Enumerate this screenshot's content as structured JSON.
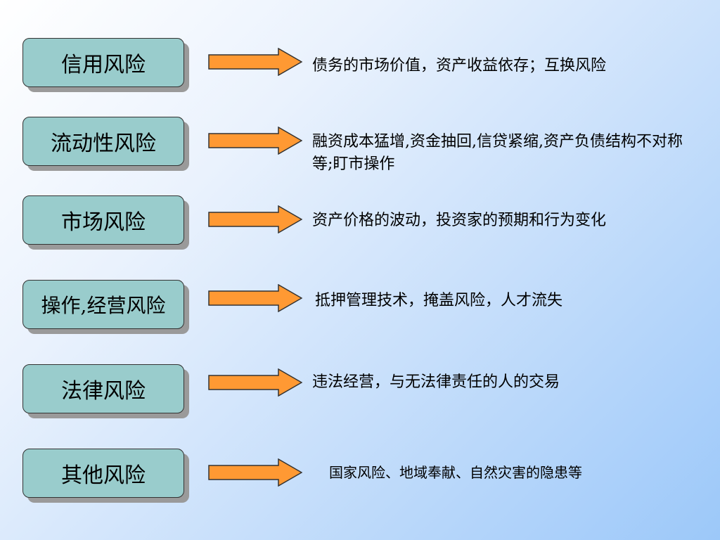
{
  "colors": {
    "box_fill": "#99cccc",
    "box_border": "#333333",
    "box_shadow": "#9a9a9a",
    "arrow_fill": "#ff9933",
    "arrow_stroke": "#333333",
    "background_start": "#ffffff",
    "background_end": "#9cc8f9"
  },
  "rows": [
    {
      "label": "信用风险",
      "description": "债务的市场价值，资产收益依存；互换风险"
    },
    {
      "label": "流动性风险",
      "description": "融资成本猛增,资金抽回,信贷紧缩,资产负债结构不对称等;盯市操作"
    },
    {
      "label": "市场风险",
      "description": "资产价格的波动，投资家的预期和行为变化"
    },
    {
      "label": "操作,经营风险",
      "description": "抵押管理技术，掩盖风险，人才流失"
    },
    {
      "label": "法律风险",
      "description": "违法经营，与无法律责任的人的交易"
    },
    {
      "label": "其他风险",
      "description": "国家风险、地域奉献、自然灾害的隐患等"
    }
  ]
}
